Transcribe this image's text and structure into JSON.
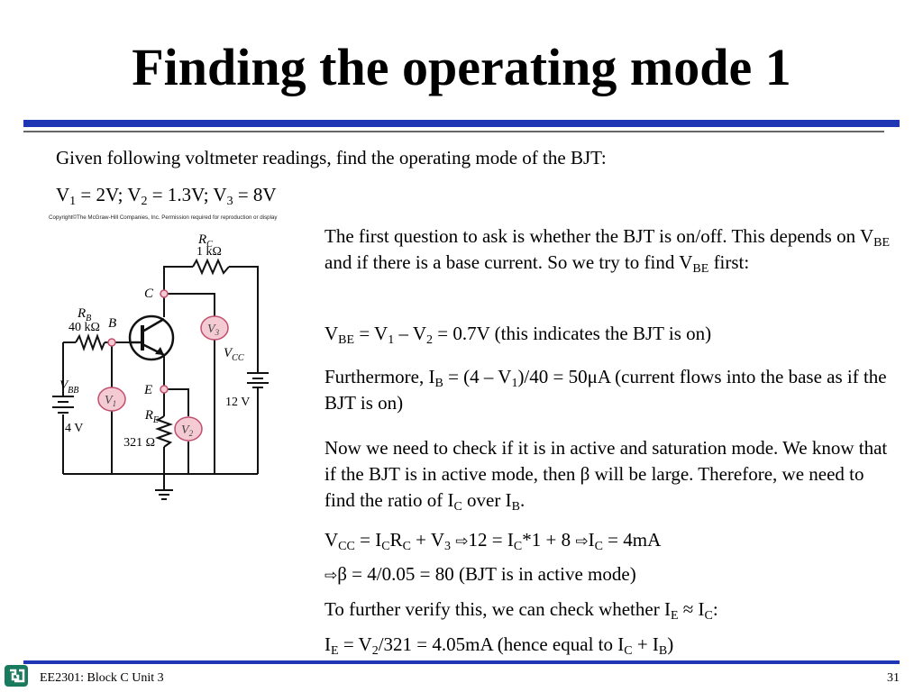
{
  "slide": {
    "title": "Finding the operating mode 1",
    "intro": "Given following voltmeter readings, find the operating mode of the BJT:",
    "readings": {
      "V1": "2V",
      "V2": "1.3V",
      "V3": "8V"
    },
    "copyright": "Copyright©The McGraw-Hill Companies, Inc. Permission required for reproduction or display"
  },
  "circuit": {
    "RC_label": "R",
    "RC_sub": "C",
    "RC_value": "1 kΩ",
    "RB_label": "R",
    "RB_sub": "B",
    "RB_value": "40 kΩ",
    "RE_label": "R",
    "RE_sub": "E",
    "RE_value": "321 Ω",
    "VBB_label": "V",
    "VBB_sub": "BB",
    "VBB_value": "4 V",
    "VCC_label": "V",
    "VCC_sub": "CC",
    "VCC_value": "12 V",
    "node_C": "C",
    "node_B": "B",
    "node_E": "E",
    "V1": "V",
    "V1_sub": "1",
    "V2": "V",
    "V2_sub": "2",
    "V3": "V",
    "V3_sub": "3",
    "colors": {
      "meter_fill": "#f5cbd3",
      "meter_stroke": "#c0506e",
      "wire": "#111111"
    }
  },
  "body": {
    "p1": "The first question to ask is whether the BJT is on/off.  This depends on V",
    "p1b": " and if there is a base current. So we try to find V",
    "p1c": " first:",
    "vbe_line": " = V",
    "vbe_line2": " – V",
    "vbe_line3": " = 0.7V (this indicates the BJT is on)",
    "p3a": "Furthermore, I",
    "p3b": " = (4 – V",
    "p3c": ")/40 = 50μA (current flows into the base as if the BJT is on)",
    "p4": "Now we need to check if it is in active and saturation mode. We know that if the BJT is in active mode, then β will be large.  Therefore, we need to find the ratio of I",
    "p4b": " over I",
    "p4c": ".",
    "eq1a": " = I",
    "eq1b": "R",
    "eq1c": " + V",
    "eq1d": "12 = I",
    "eq1e": "*1 + 8 ",
    "eq1f": "I",
    "eq1g": " = 4mA",
    "eq2": "β = 4/0.05 = 80 (BJT is in active mode)",
    "p6a": "To further verify this, we can check whether I",
    "p6b": " ≈ I",
    "p6c": ":",
    "eq3a": " = V",
    "eq3b": "/321 = 4.05mA (hence equal to I",
    "eq3c": " + I",
    "eq3d": ")"
  },
  "footer": {
    "course": "EE2301: Block C Unit 3",
    "page": "31"
  }
}
